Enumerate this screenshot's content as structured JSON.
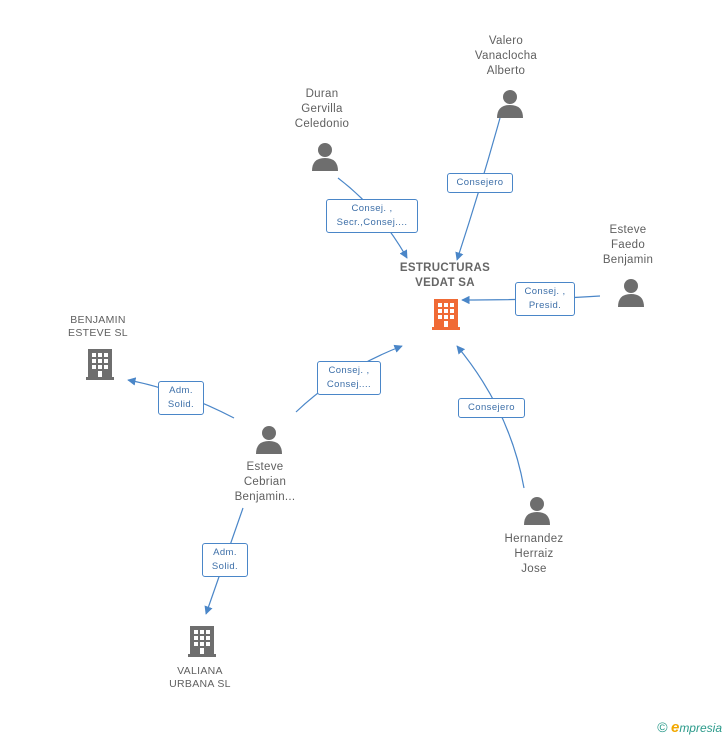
{
  "nodes": {
    "main": {
      "name": "ESTRUCTURAS\nVEDAT SA",
      "color": "#f06a35"
    },
    "valero": {
      "name": "Valero\nVanaclocha\nAlberto"
    },
    "duran": {
      "name": "Duran\nGervilla\nCeledonio"
    },
    "esteve_faedo": {
      "name": "Esteve\nFaedo\nBenjamin"
    },
    "esteve_cebrian": {
      "name": "Esteve\nCebrian\nBenjamin..."
    },
    "hernandez": {
      "name": "Hernandez\nHerraiz\nJose"
    },
    "benjamin_esteve_sl": {
      "name": "BENJAMIN\nESTEVE SL"
    },
    "valiana": {
      "name": "VALIANA\nURBANA SL"
    }
  },
  "relations": {
    "valero": "Consejero",
    "duran": "Consej. ,\nSecr.,Consej....",
    "esteve_faedo": "Consej. ,\nPresid.",
    "esteve_cebrian_main": "Consej. ,\nConsej....",
    "esteve_cebrian_benjamin": "Adm.\nSolid.",
    "esteve_cebrian_valiana": "Adm.\nSolid.",
    "hernandez": "Consejero"
  },
  "colors": {
    "line": "#4a86c8",
    "person": "#6e6e6e",
    "company": "#6e6e6e",
    "main_company": "#f06a35"
  },
  "footer": {
    "copyright": "©",
    "brand_e": "e",
    "brand_rest": "mpresia"
  }
}
